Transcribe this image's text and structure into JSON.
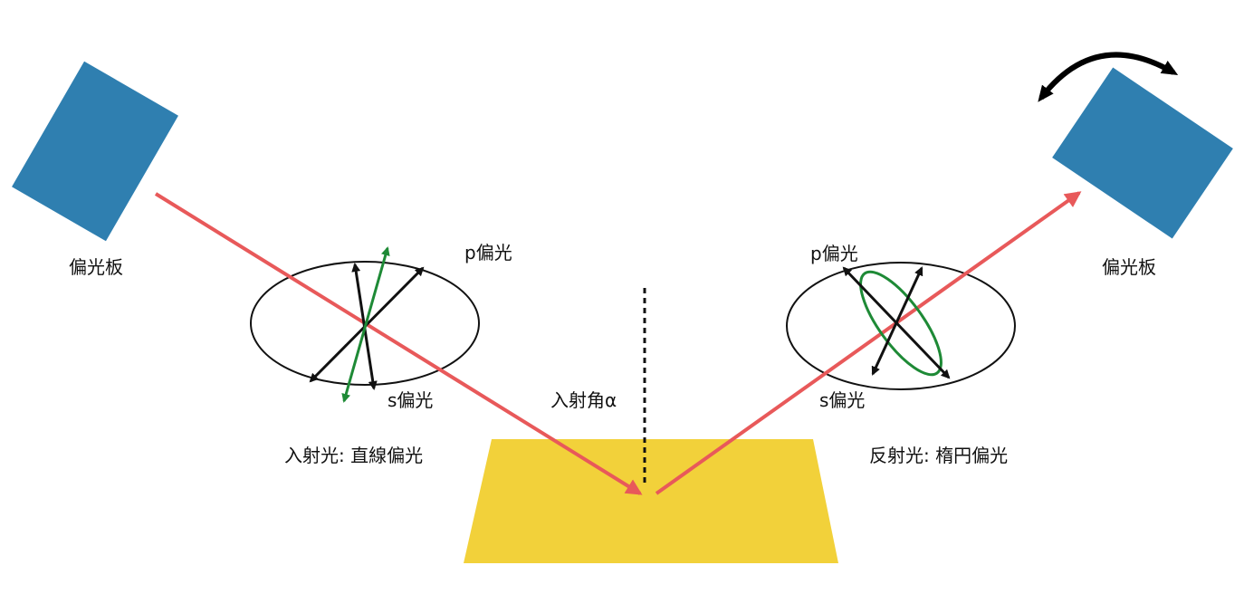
{
  "labels": {
    "polarizer_left": "偏光板",
    "polarizer_right": "偏光板",
    "p_left": "p偏光",
    "s_left": "s偏光",
    "p_right": "p偏光",
    "s_right": "s偏光",
    "incident_angle": "入射角α",
    "incident_light": "入射光: 直線偏光",
    "reflected_light": "反射光: 楕円偏光"
  },
  "colors": {
    "polarizer": "#2f7fb0",
    "beam": "#e8595a",
    "sample": "#f2d13a",
    "polarization_vector": "#1e8a36",
    "axis_arrows": "#111111",
    "rotation_arrow": "#000000"
  },
  "icons": {
    "rotation": "curved-double-arrow-icon"
  }
}
